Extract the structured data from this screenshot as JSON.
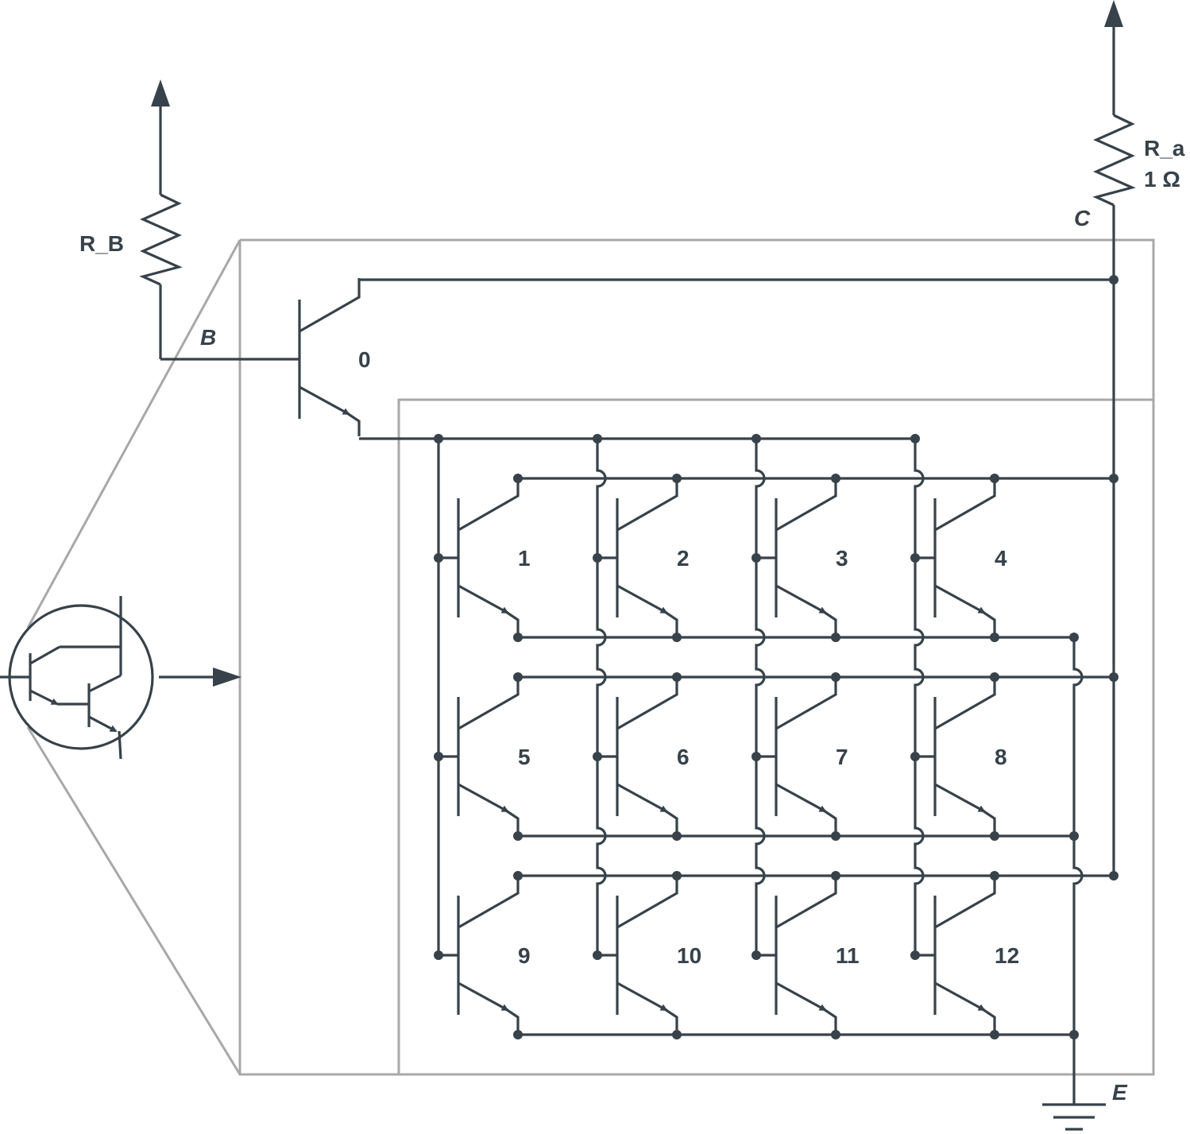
{
  "labels": {
    "rb": "R_B",
    "ra_name": "R_a",
    "ra_value": "1 Ω",
    "node_b": "B",
    "node_c": "C",
    "node_e": "E"
  },
  "transistors": [
    "0",
    "1",
    "2",
    "3",
    "4",
    "5",
    "6",
    "7",
    "8",
    "9",
    "10",
    "11",
    "12"
  ],
  "colors": {
    "wire": "#37424a",
    "frame": "#a8a8a8"
  }
}
